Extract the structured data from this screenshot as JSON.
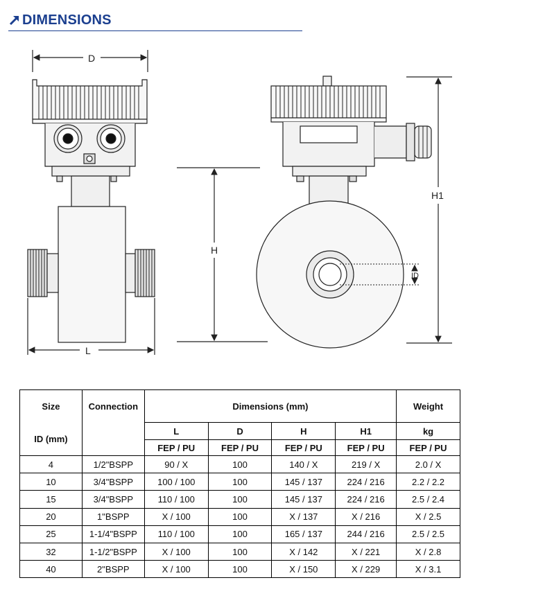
{
  "header": {
    "title": "DIMENSIONS",
    "accent_color": "#1b3f8f"
  },
  "drawing": {
    "labels": {
      "d": "D",
      "l": "L",
      "h": "H",
      "h1": "H1",
      "id": "ID"
    }
  },
  "table": {
    "headers": {
      "size": "Size",
      "id_mm": "ID (mm)",
      "connection": "Connection",
      "dimensions": "Dimensions (mm)",
      "weight": "Weight",
      "l": "L",
      "d": "D",
      "h": "H",
      "h1": "H1",
      "kg": "kg",
      "material": "FEP / PU"
    },
    "rows": [
      {
        "id": "4",
        "connection": "1/2\"BSPP",
        "l": "90 / X",
        "d": "100",
        "h": "140 / X",
        "h1": "219 / X",
        "kg": "2.0 / X"
      },
      {
        "id": "10",
        "connection": "3/4\"BSPP",
        "l": "100 / 100",
        "d": "100",
        "h": "145 / 137",
        "h1": "224 / 216",
        "kg": "2.2 / 2.2"
      },
      {
        "id": "15",
        "connection": "3/4\"BSPP",
        "l": "110 / 100",
        "d": "100",
        "h": "145 / 137",
        "h1": "224 / 216",
        "kg": "2.5 / 2.4"
      },
      {
        "id": "20",
        "connection": "1\"BSPP",
        "l": "X / 100",
        "d": "100",
        "h": "X / 137",
        "h1": "X / 216",
        "kg": "X / 2.5"
      },
      {
        "id": "25",
        "connection": "1-1/4\"BSPP",
        "l": "110 / 100",
        "d": "100",
        "h": "165 / 137",
        "h1": "244 / 216",
        "kg": "2.5 / 2.5"
      },
      {
        "id": "32",
        "connection": "1-1/2\"BSPP",
        "l": "X / 100",
        "d": "100",
        "h": "X / 142",
        "h1": "X / 221",
        "kg": "X / 2.8"
      },
      {
        "id": "40",
        "connection": "2\"BSPP",
        "l": "X / 100",
        "d": "100",
        "h": "X / 150",
        "h1": "X / 229",
        "kg": "X / 3.1"
      }
    ]
  }
}
